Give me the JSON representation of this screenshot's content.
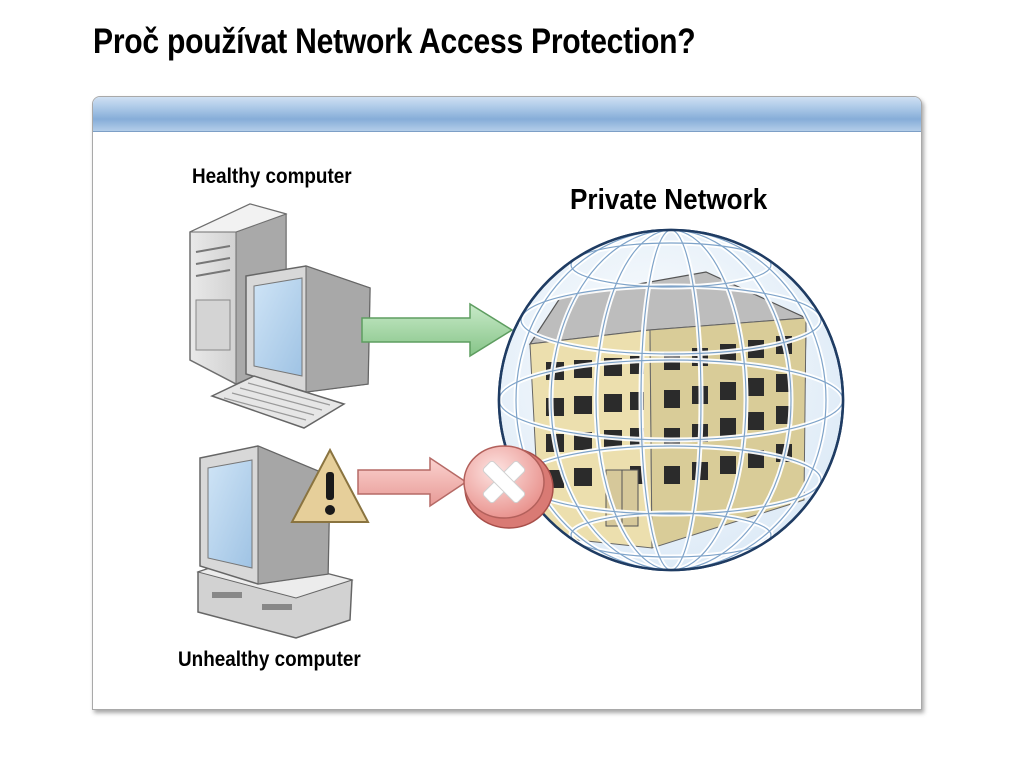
{
  "title": "Proč používat Network Access Protection?",
  "diagram": {
    "healthy_label": "Healthy computer",
    "unhealthy_label": "Unhealthy computer",
    "network_label": "Private Network"
  },
  "icons": {
    "healthy": "desktop-tower-computer-icon",
    "unhealthy": "desktop-computer-icon",
    "warning": "warning-triangle-icon",
    "blocked": "red-x-circle-icon",
    "network": "building-in-globe-icon",
    "allow_arrow": "green-arrow-icon",
    "deny_arrow": "red-arrow-icon"
  },
  "colors": {
    "allow": "#9fd3a0",
    "deny": "#f2b3b0",
    "header": "#9dbde2",
    "warning": "#e6cf9a"
  }
}
